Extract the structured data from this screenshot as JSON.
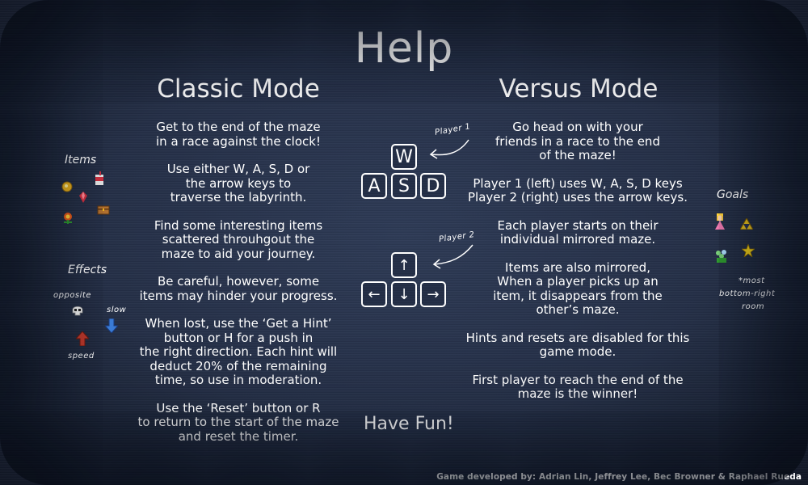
{
  "title": "Help",
  "classic": {
    "heading": "Classic Mode",
    "paragraphs": [
      "Get to the end of the maze\nin a race against the clock!",
      "Use either W, A, S, D or\nthe arrow keys to\ntraverse the labyrinth.",
      "Find some interesting items\nscattered throuhgout the\nmaze to aid your journey.",
      "Be careful, however, some\nitems may hinder your progress.",
      "When lost, use the ‘Get a Hint’\nbutton or H for a push in\nthe right direction. Each hint will\ndeduct 20% of the remaining\ntime, so use in moderation.",
      "Use the ‘Reset’ button or R\nto return to the start of the maze\nand reset the timer."
    ]
  },
  "versus": {
    "heading": "Versus Mode",
    "paragraphs": [
      "Go head on with your\nfriends in a race to the end\nof the maze!",
      "Player 1 (left) uses W, A, S, D keys\nPlayer 2 (right) uses the arrow keys.",
      "Each player starts on their\nindividual mirrored maze.",
      "Items are also mirrored,\nWhen a player picks up an\nitem, it disappears from the\nother’s maze.",
      "Hints and resets are disabled for this\ngame mode.",
      "First player to reach the end of the\nmaze is the winner!"
    ]
  },
  "controls": {
    "player1_label": "Player 1",
    "player2_label": "Player 2",
    "wasd": {
      "w": "W",
      "a": "A",
      "s": "S",
      "d": "D"
    },
    "arrows": {
      "up": "↑",
      "left": "←",
      "down": "↓",
      "right": "→"
    }
  },
  "items_panel": {
    "heading": "Items",
    "icons": [
      "gold-coin-icon",
      "soda-cup-icon",
      "red-gem-icon",
      "fire-flower-icon",
      "treasure-chest-icon"
    ]
  },
  "effects_panel": {
    "heading": "Effects",
    "opposite_label": "opposite",
    "slow_label": "slow",
    "speed_label": "speed",
    "icons": [
      "skull-icon",
      "blue-down-arrow-icon",
      "red-up-arrow-icon"
    ]
  },
  "goals_panel": {
    "heading": "Goals",
    "note_line1": "*most",
    "note_line2": "bottom-right",
    "note_line3": "room",
    "icons": [
      "princess-icon",
      "triforce-icon",
      "flower-pot-icon",
      "star-icon"
    ]
  },
  "have_fun": "Have Fun!",
  "credits": "Game developed by: Adrian Lin, Jeffrey Lee, Bec Browner & Raphael Rueda",
  "colors": {
    "background": "#2f3c58",
    "text": "#ffffff",
    "coin": "#e8b01c",
    "gem": "#d03040",
    "arrow_red": "#c0392b",
    "arrow_blue": "#3a7bd5",
    "star": "#f5d21a"
  }
}
